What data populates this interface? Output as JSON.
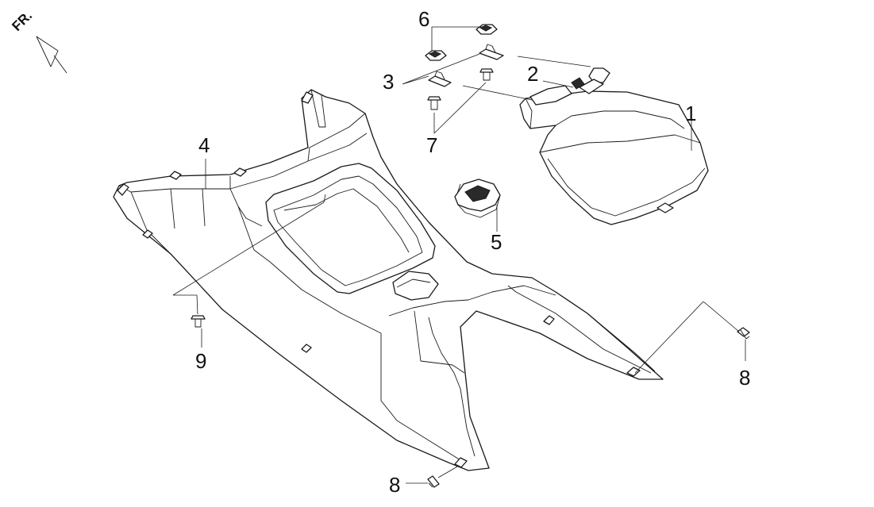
{
  "orientation": {
    "label": "FR."
  },
  "callouts": [
    {
      "id": "c1",
      "text": "1",
      "part": "seat-cushion-pad"
    },
    {
      "id": "c2",
      "text": "2",
      "part": "seat-hinge-bracket"
    },
    {
      "id": "c3",
      "text": "3",
      "part": "hinge-plate"
    },
    {
      "id": "c4",
      "text": "4",
      "part": "under-seat-cover-panel"
    },
    {
      "id": "c5",
      "text": "5",
      "part": "seat-latch"
    },
    {
      "id": "c6",
      "text": "6",
      "part": "clip-nut"
    },
    {
      "id": "c7",
      "text": "7",
      "part": "hinge-screw"
    },
    {
      "id": "c8a",
      "text": "8",
      "part": "screw"
    },
    {
      "id": "c8b",
      "text": "8",
      "part": "screw"
    },
    {
      "id": "c9",
      "text": "9",
      "part": "screw"
    }
  ]
}
